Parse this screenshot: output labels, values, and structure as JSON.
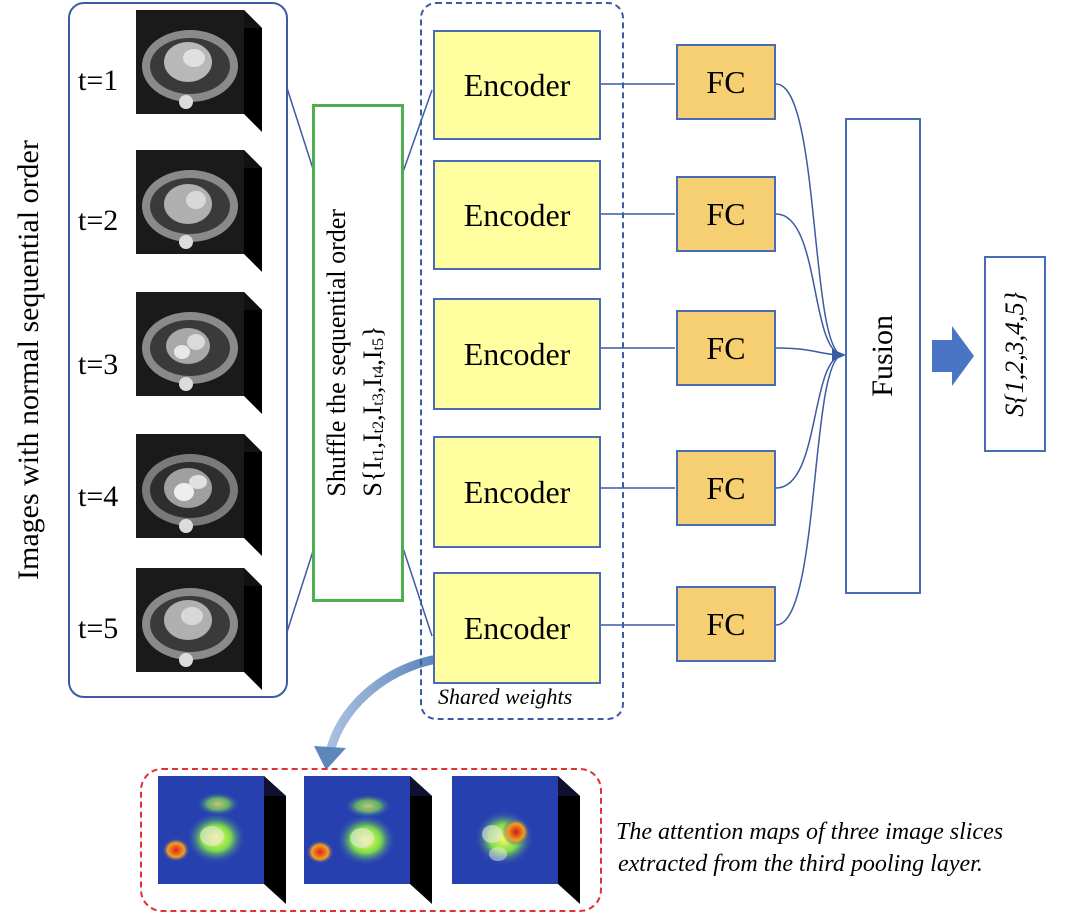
{
  "input_group": {
    "title": "Images with normal sequential order",
    "time_labels": [
      "t=1",
      "t=2",
      "t=3",
      "t=4",
      "t=5"
    ]
  },
  "shuffle": {
    "line1": "Shuffle the sequential order",
    "line2_prefix": "S{I",
    "subs": [
      "t1",
      "t2",
      "t3",
      "t4",
      "t5"
    ],
    "sep": ",I",
    "suffix": "}"
  },
  "encoders": [
    "Encoder",
    "Encoder",
    "Encoder",
    "Encoder",
    "Encoder"
  ],
  "shared_weights_label": "Shared weights",
  "fc_labels": [
    "FC",
    "FC",
    "FC",
    "FC",
    "FC"
  ],
  "fusion_label": "Fusion",
  "output_label": "S{1,2,3,4,5}",
  "attention_caption": {
    "line1": "The attention maps of three image slices",
    "line2": "extracted from the third pooling layer."
  },
  "colors": {
    "group_border": "#3b5ba5",
    "shuffle_border": "#4caf50",
    "encoder_fill": "#ffff9f",
    "fc_fill": "#f6cf72",
    "arrow_fill": "#4a74c4",
    "attention_border": "#dd3333"
  }
}
